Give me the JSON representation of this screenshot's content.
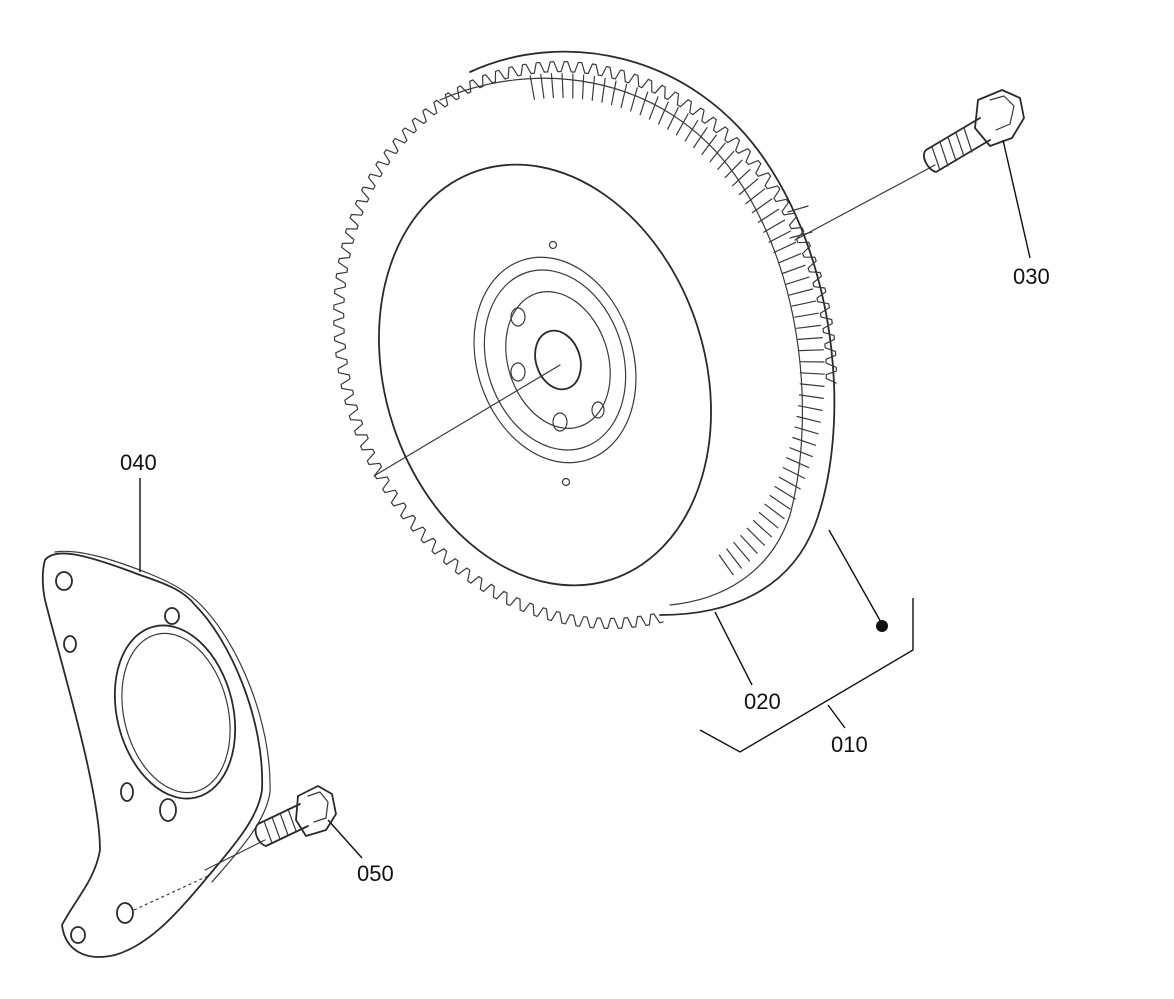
{
  "labels": {
    "assembly": "010",
    "ring_gear": "020",
    "flywheel_bolt": "030",
    "plate": "040",
    "plate_bolt": "050"
  },
  "colors": {
    "line": "#2a2a2a",
    "text": "#111111",
    "background": "#ffffff"
  }
}
